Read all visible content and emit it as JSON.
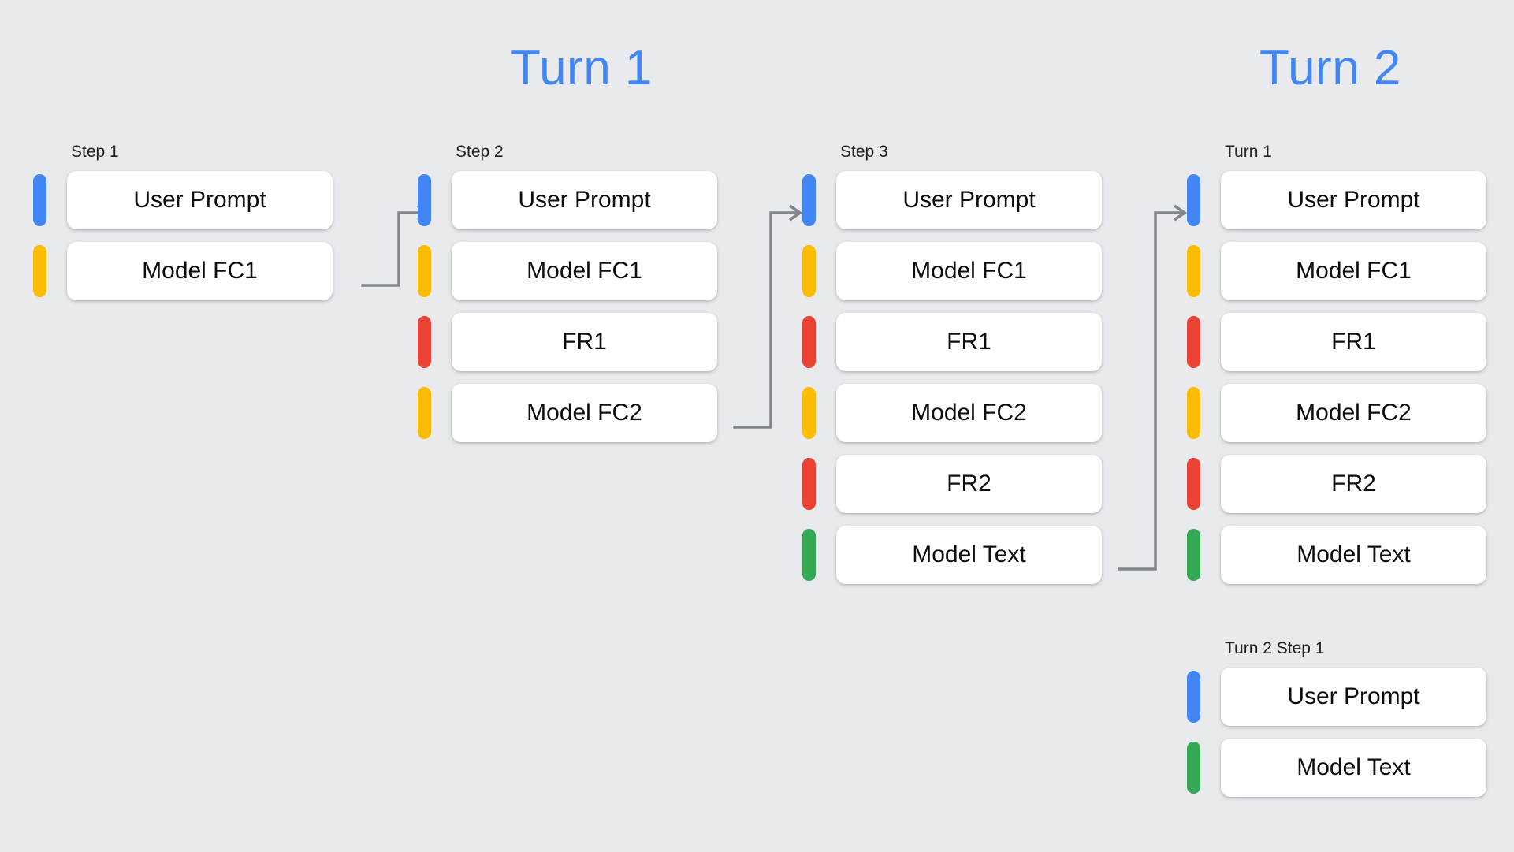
{
  "background_color": "#e8eaed",
  "headings": [
    {
      "text": "Turn 1",
      "color": "#4285f4"
    },
    {
      "text": "Turn 2",
      "color": "#4285f4"
    }
  ],
  "palette": {
    "user_prompt": "#4285f4",
    "model_fc": "#fbbc04",
    "function_response": "#ea4335",
    "model_text": "#34a853",
    "card_bg": "#ffffff",
    "connector": "#80868b",
    "label_text": "#202124"
  },
  "columns": [
    {
      "id": "step-1",
      "label": "Step 1",
      "rows": [
        {
          "label": "User Prompt",
          "color": "blue"
        },
        {
          "label": "Model FC1",
          "color": "yellow"
        }
      ]
    },
    {
      "id": "step-2",
      "label": "Step 2",
      "rows": [
        {
          "label": "User Prompt",
          "color": "blue"
        },
        {
          "label": "Model FC1",
          "color": "yellow"
        },
        {
          "label": "FR1",
          "color": "red"
        },
        {
          "label": "Model FC2",
          "color": "yellow"
        }
      ]
    },
    {
      "id": "step-3",
      "label": "Step 3",
      "rows": [
        {
          "label": "User Prompt",
          "color": "blue"
        },
        {
          "label": "Model FC1",
          "color": "yellow"
        },
        {
          "label": "FR1",
          "color": "red"
        },
        {
          "label": "Model FC2",
          "color": "yellow"
        },
        {
          "label": "FR2",
          "color": "red"
        },
        {
          "label": "Model Text",
          "color": "green"
        }
      ]
    },
    {
      "id": "turn-1",
      "label": "Turn 1",
      "rows": [
        {
          "label": "User Prompt",
          "color": "blue"
        },
        {
          "label": "Model FC1",
          "color": "yellow"
        },
        {
          "label": "FR1",
          "color": "red"
        },
        {
          "label": "Model FC2",
          "color": "yellow"
        },
        {
          "label": "FR2",
          "color": "red"
        },
        {
          "label": "Model Text",
          "color": "green"
        }
      ]
    },
    {
      "id": "turn-2-step-1",
      "label": "Turn 2 Step 1",
      "rows": [
        {
          "label": "User Prompt",
          "color": "blue"
        },
        {
          "label": "Model Text",
          "color": "green"
        }
      ]
    }
  ],
  "connectors": [
    {
      "id": "step1-to-step2",
      "from": "Model FC1 (Step 1)",
      "to": "User Prompt (Step 2)"
    },
    {
      "id": "step2-to-step3",
      "from": "Model FC2 (Step 2)",
      "to": "User Prompt (Step 3)"
    },
    {
      "id": "step3-to-turn1",
      "from": "FR2 (Step 3)",
      "to": "User Prompt (Turn 1)"
    }
  ]
}
